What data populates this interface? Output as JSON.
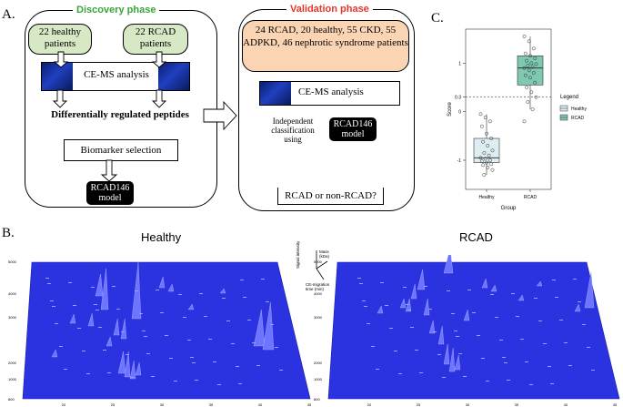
{
  "panels": {
    "a": "A.",
    "b": "B.",
    "c": "C."
  },
  "discovery": {
    "title": "Discovery phase",
    "healthy": "22 healthy patients",
    "rcad": "22 RCAD patients",
    "analysis": "CE-MS analysis",
    "peptides": "Differentially regulated peptides",
    "selection": "Biomarker selection",
    "model": "RCAD146 model"
  },
  "validation": {
    "title": "Validation phase",
    "cohort": "24 RCAD, 20 healthy, 55 CKD, 55 ADPKD, 46 nephrotic syndrome patients",
    "analysis": "CE-MS analysis",
    "classification": "Independent classification using",
    "model": "RCAD146 model",
    "result": "RCAD or non-RCAD?"
  },
  "chart_data": {
    "type": "boxplot",
    "ylabel": "Score",
    "xlabel": "Group",
    "categories": [
      "Healthy",
      "RCAD"
    ],
    "yticks": [
      "-1",
      "0",
      "0.3",
      "1"
    ],
    "ylim": [
      -1.6,
      1.7
    ],
    "threshold": 0.3,
    "legend_title": "Legend",
    "legend_placement": "right",
    "colors": {
      "Healthy": "#ddeef2",
      "RCAD": "#7fc9b3"
    },
    "series": [
      {
        "name": "Healthy",
        "q1": -1.05,
        "median": -0.95,
        "q3": -0.55,
        "whisker_low": -1.3,
        "whisker_high": -0.05,
        "points": [
          -0.05,
          -0.12,
          -0.2,
          -0.3,
          -0.45,
          -0.55,
          -0.62,
          -0.7,
          -0.8,
          -0.85,
          -0.9,
          -0.95,
          -0.97,
          -1.0,
          -1.02,
          -1.05,
          -1.08,
          -1.1,
          -1.15,
          -1.2,
          -1.3
        ]
      },
      {
        "name": "RCAD",
        "q1": 0.55,
        "median": 0.9,
        "q3": 1.15,
        "whisker_low": 0.05,
        "whisker_high": 1.55,
        "points": [
          1.55,
          1.45,
          1.3,
          1.2,
          1.15,
          1.1,
          1.05,
          1.0,
          0.98,
          0.95,
          0.92,
          0.9,
          0.85,
          0.8,
          0.75,
          0.7,
          0.6,
          0.5,
          0.4,
          0.3,
          0.2,
          0.05,
          -0.2
        ]
      }
    ]
  },
  "maps": {
    "left_title": "Healthy",
    "right_title": "RCAD",
    "y_ticks": [
      "5000",
      "4000",
      "3000",
      "2000",
      "1000",
      "800"
    ],
    "x_ticks": [
      "20",
      "25",
      "30",
      "35",
      "40",
      "45"
    ],
    "axis_key": {
      "vertical": "Signal intensity",
      "mass": "Mass (kDa)",
      "time": "CE-migration time (min)"
    }
  }
}
